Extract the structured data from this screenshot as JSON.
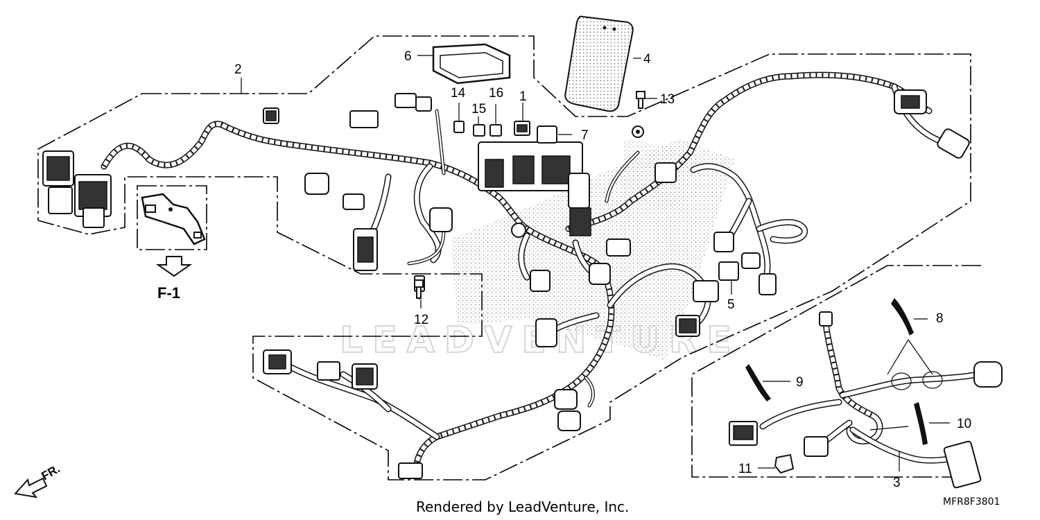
{
  "callouts": {
    "c1": "1",
    "c2": "2",
    "c3": "3",
    "c4": "4",
    "c5": "5",
    "c6": "6",
    "c7": "7",
    "c8": "8",
    "c9": "9",
    "c10": "10",
    "c11": "11",
    "c12": "12",
    "c13": "13",
    "c14": "14",
    "c15": "15",
    "c16": "16"
  },
  "reference": {
    "label": "F-1"
  },
  "direction": {
    "label": "FR."
  },
  "footer": {
    "rendered_by": "Rendered by LeadVenture, Inc.",
    "diagram_code": "MFR8F3801"
  },
  "watermark": {
    "text": "LEADVENTURE"
  },
  "colors": {
    "line": "#000000",
    "screen": "#bdbdbd",
    "watermark": "#d6d6d6"
  }
}
